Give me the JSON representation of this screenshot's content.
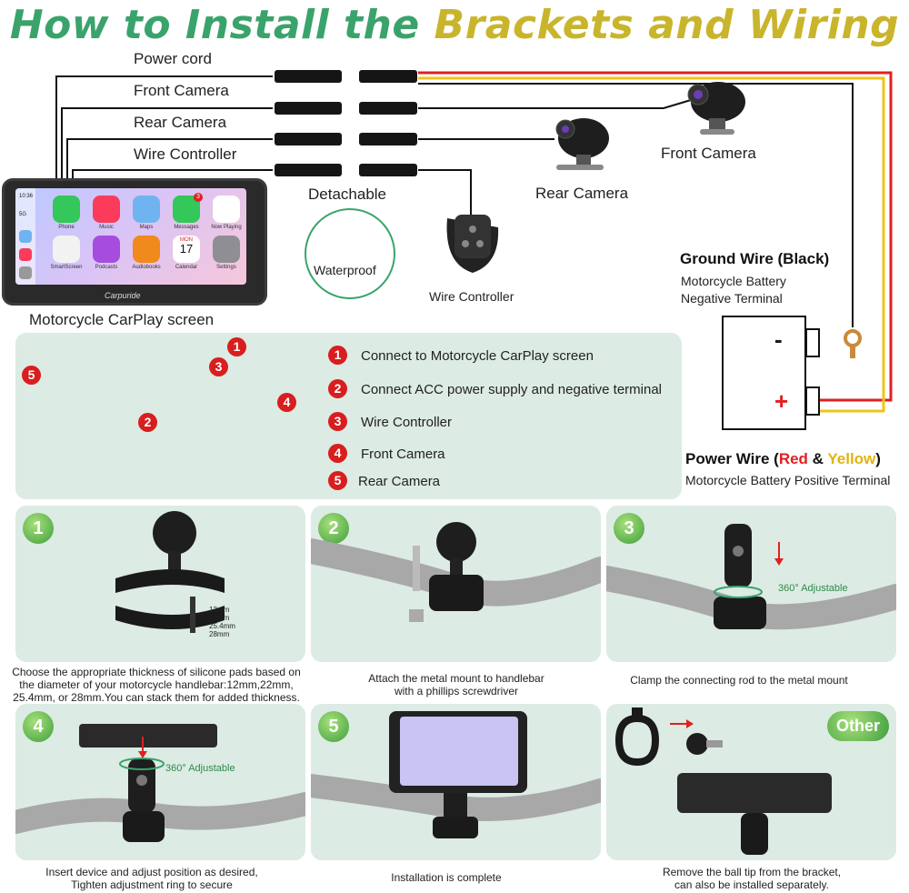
{
  "title": {
    "part1": "How to Install the ",
    "part2": "Brackets and Wiring"
  },
  "wiring": {
    "labels": [
      "Power cord",
      "Front Camera",
      "Rear Camera",
      "Wire Controller"
    ],
    "detachable": "Detachable",
    "waterproof": "Waterproof",
    "front_camera": "Front Camera",
    "rear_camera": "Rear Camera",
    "wire_controller": "Wire Controller",
    "screen_label": "Motorcycle CarPlay screen",
    "colors": {
      "red": "#e02020",
      "yellow": "#f0c419",
      "black": "#111111"
    }
  },
  "screen": {
    "time": "10:36",
    "signal": "5G",
    "brand": "Carpuride",
    "apps": [
      {
        "name": "Phone",
        "color": "#34c759"
      },
      {
        "name": "Music",
        "color": "#fa3c5a"
      },
      {
        "name": "Maps",
        "color": "#6fb4f0"
      },
      {
        "name": "Messages",
        "color": "#34c759"
      },
      {
        "name": "Now Playing",
        "color": "#e83a4c"
      },
      {
        "name": "SmartScreen",
        "color": "#f2f2f2"
      },
      {
        "name": "Podcasts",
        "color": "#a64de0"
      },
      {
        "name": "Audiobooks",
        "color": "#f08a1c"
      },
      {
        "name": "Calendar",
        "color": "#ffffff"
      },
      {
        "name": "Settings",
        "color": "#8e8e93"
      }
    ],
    "calendar_month": "MON",
    "calendar_day": "17",
    "messages_badge": "3"
  },
  "ground": {
    "title": "Ground Wire (Black)",
    "line1": "Motorcycle Battery",
    "line2": "Negative Terminal",
    "minus": "-"
  },
  "power": {
    "title_a": "Power Wire (",
    "title_red": "Red",
    "title_amp": " & ",
    "title_yellow": "Yellow",
    "title_b": ")",
    "line1": "Motorcycle Battery Positive Terminal",
    "plus": "+"
  },
  "steps_list": [
    {
      "n": "1",
      "text": "Connect to Motorcycle CarPlay screen"
    },
    {
      "n": "2",
      "text": "Connect ACC power supply and negative terminal"
    },
    {
      "n": "3",
      "text": "Wire Controller"
    },
    {
      "n": "4",
      "text": "Front Camera"
    },
    {
      "n": "5",
      "text": "Rear Camera"
    }
  ],
  "cards": [
    {
      "badge": "1",
      "caption": [
        "Choose the appropriate thickness of silicone pads based on",
        "the diameter of your motorcycle handlebar:12mm,22mm,",
        "25.4mm, or 28mm.You can stack them for added thickness."
      ],
      "sizes": [
        "12mm",
        "22mm",
        "25.4mm",
        "28mm"
      ]
    },
    {
      "badge": "2",
      "caption": [
        "Attach the metal mount to handlebar",
        "with a phillips screwdriver"
      ]
    },
    {
      "badge": "3",
      "caption": [
        "Clamp the connecting rod to the metal mount"
      ],
      "adjust": "360° Adjustable"
    },
    {
      "badge": "4",
      "caption": [
        "Insert device and adjust position as desired,",
        "Tighten adjustment ring to secure"
      ],
      "adjust": "360° Adjustable"
    },
    {
      "badge": "5",
      "caption": [
        "Installation is complete"
      ]
    },
    {
      "badge": "Other",
      "caption": [
        "Remove the ball tip from the  bracket,",
        "can also be installed separately."
      ]
    }
  ]
}
